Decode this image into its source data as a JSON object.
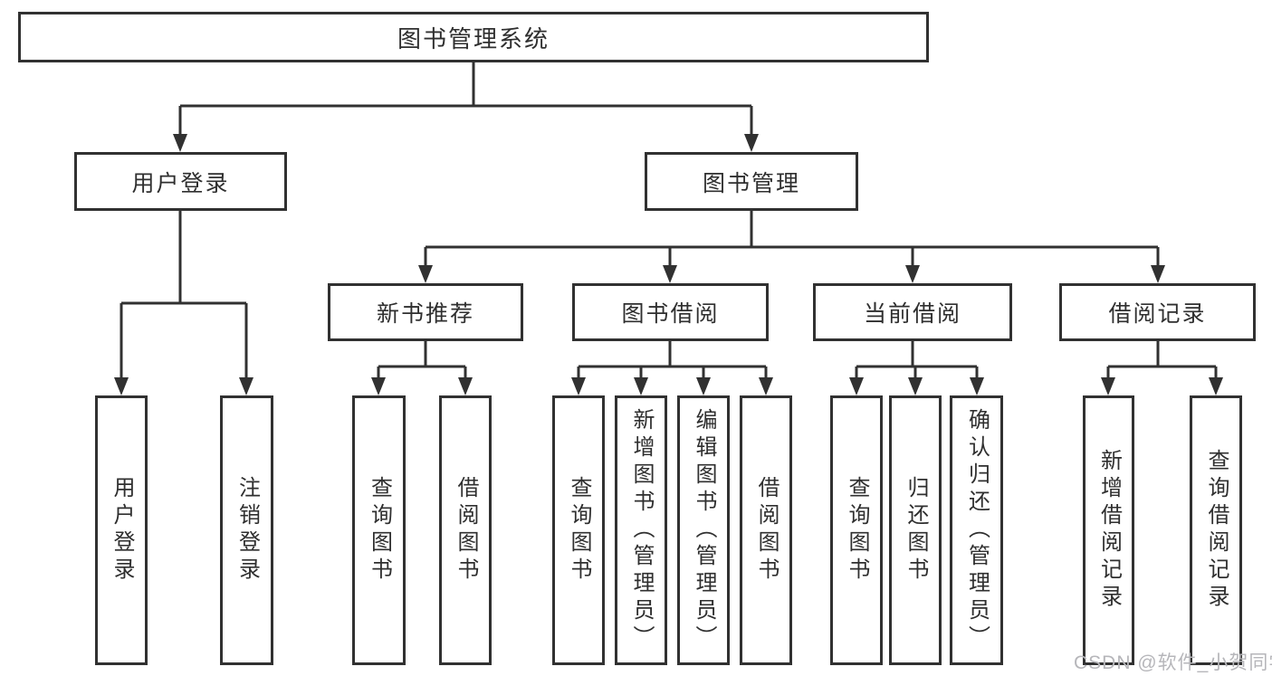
{
  "diagram": {
    "root": {
      "label": "图书管理系统"
    },
    "branches": [
      {
        "label": "用户登录",
        "children": [
          {
            "label": "用户登录"
          },
          {
            "label": "注销登录"
          }
        ]
      },
      {
        "label": "图书管理",
        "children": [
          {
            "label": "新书推荐",
            "children": [
              {
                "label": "查询图书"
              },
              {
                "label": "借阅图书"
              }
            ]
          },
          {
            "label": "图书借阅",
            "children": [
              {
                "label": "查询图书"
              },
              {
                "label": "新增图书（管理员）"
              },
              {
                "label": "编辑图书（管理员）"
              },
              {
                "label": "借阅图书"
              }
            ]
          },
          {
            "label": "当前借阅",
            "children": [
              {
                "label": "查询图书"
              },
              {
                "label": "归还图书"
              },
              {
                "label": "确认归还（管理员）"
              }
            ]
          },
          {
            "label": "借阅记录",
            "children": [
              {
                "label": "新增借阅记录"
              },
              {
                "label": "查询借阅记录"
              }
            ]
          }
        ]
      }
    ]
  },
  "watermark": {
    "text": "CSDN @软件_小贺同学"
  },
  "colors": {
    "line": "#313131",
    "text": "#2f2f2f",
    "watermark": "#b6b6ba",
    "background": "#ffffff"
  }
}
